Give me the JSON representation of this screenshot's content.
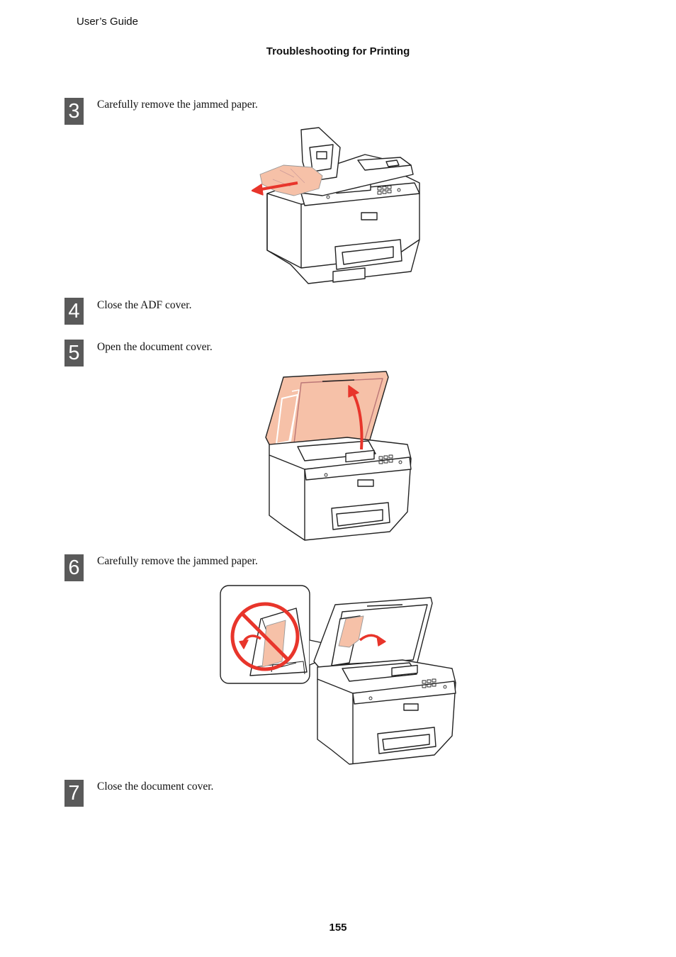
{
  "header": {
    "guide_title": "User’s Guide",
    "section_title": "Troubleshooting for Printing"
  },
  "steps": [
    {
      "number": "3",
      "text": "Carefully remove the jammed paper."
    },
    {
      "number": "4",
      "text": "Close the ADF cover."
    },
    {
      "number": "5",
      "text": "Open the document cover."
    },
    {
      "number": "6",
      "text": "Carefully remove the jammed paper."
    },
    {
      "number": "7",
      "text": "Close the document cover."
    }
  ],
  "illustrations": {
    "jam_adf": "printer-adf-open-paper-jam",
    "open_cover": "printer-document-cover-open",
    "jam_glass": "printer-glass-paper-jam"
  },
  "colors": {
    "badge": "#5a5a5a",
    "highlight": "#f6c1a8",
    "arrow": "#e8352b"
  },
  "footer": {
    "page_number": "155"
  }
}
